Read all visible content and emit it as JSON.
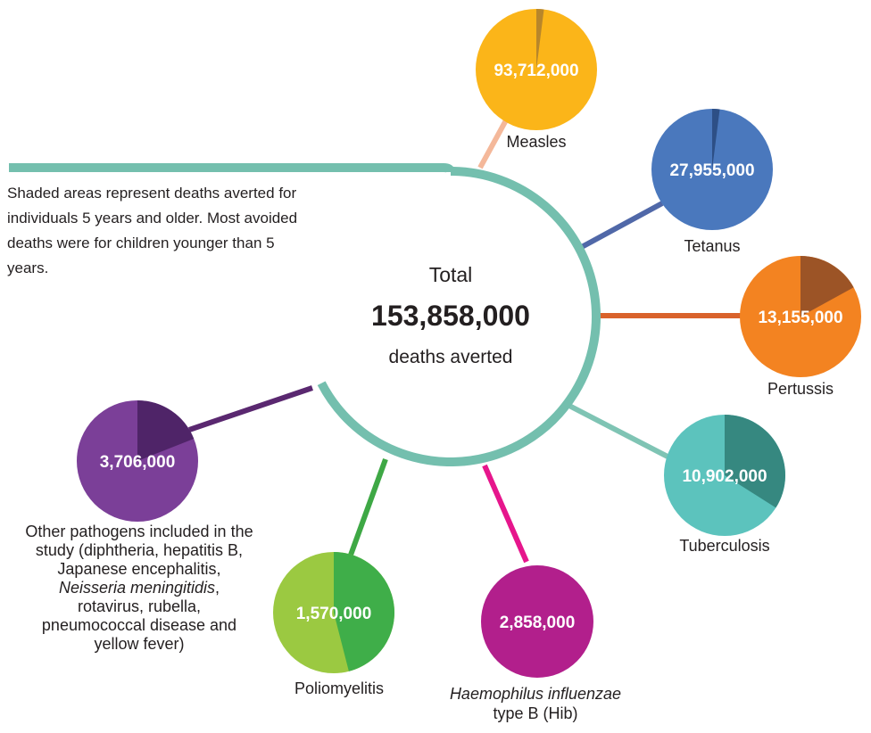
{
  "note": "Shaded areas represent deaths averted for individuals 5 years and older. Most avoided deaths were for children younger than 5 years.",
  "center": {
    "title": "Total",
    "value": "153,858,000",
    "subtitle": "deaths averted"
  },
  "chart_data": {
    "type": "pie",
    "title": "Total 153,858,000 deaths averted",
    "series": [
      {
        "name": "Measles",
        "value": 93712000,
        "label": "93,712,000",
        "shaded_fraction_5plus": 0.02,
        "color": "#fbb519",
        "shade": "#b8862a",
        "line": "#f4b89a"
      },
      {
        "name": "Tetanus",
        "value": 27955000,
        "label": "27,955,000",
        "shaded_fraction_5plus": 0.02,
        "color": "#4a78bd",
        "shade": "#2d4f86",
        "line": "#5068a8"
      },
      {
        "name": "Pertussis",
        "value": 13155000,
        "label": "13,155,000",
        "shaded_fraction_5plus": 0.17,
        "color": "#f38321",
        "shade": "#9c5426",
        "line": "#d9622b"
      },
      {
        "name": "Tuberculosis",
        "value": 10902000,
        "label": "10,902,000",
        "shaded_fraction_5plus": 0.34,
        "color": "#5cc3bd",
        "shade": "#368880",
        "line": "#7fc4b4"
      },
      {
        "name": "Haemophilus influenzae type B (Hib)",
        "value": 2858000,
        "label": "2,858,000",
        "shaded_fraction_5plus": 0,
        "color": "#b21f8c",
        "shade": "#b21f8c",
        "line": "#e6168c"
      },
      {
        "name": "Poliomyelitis",
        "value": 1570000,
        "label": "1,570,000",
        "shaded_fraction_5plus": 0.46,
        "color": "#9bc941",
        "shade": "#3fae49",
        "line": "#3ea845"
      },
      {
        "name": "Other pathogens",
        "value": 3706000,
        "label": "3,706,000",
        "shaded_fraction_5plus": 0.19,
        "color": "#7b3f98",
        "shade": "#4f2468",
        "line": "#5a2870"
      }
    ]
  },
  "labels": {
    "measles": "Measles",
    "tetanus": "Tetanus",
    "pertussis": "Pertussis",
    "tuberculosis": "Tuberculosis",
    "hib_italic": "Haemophilus influenzae",
    "hib_rest": " type B (Hib)",
    "polio": "Poliomyelitis",
    "other_1": "Other pathogens included in the study (diphtheria, hepatitis B, Japanese encephalitis, ",
    "other_italic": "Neisseria meningitidis",
    "other_2": ", rotavirus, rubella, pneumococcal disease and yellow fever)"
  },
  "main_color": "#74bfae"
}
